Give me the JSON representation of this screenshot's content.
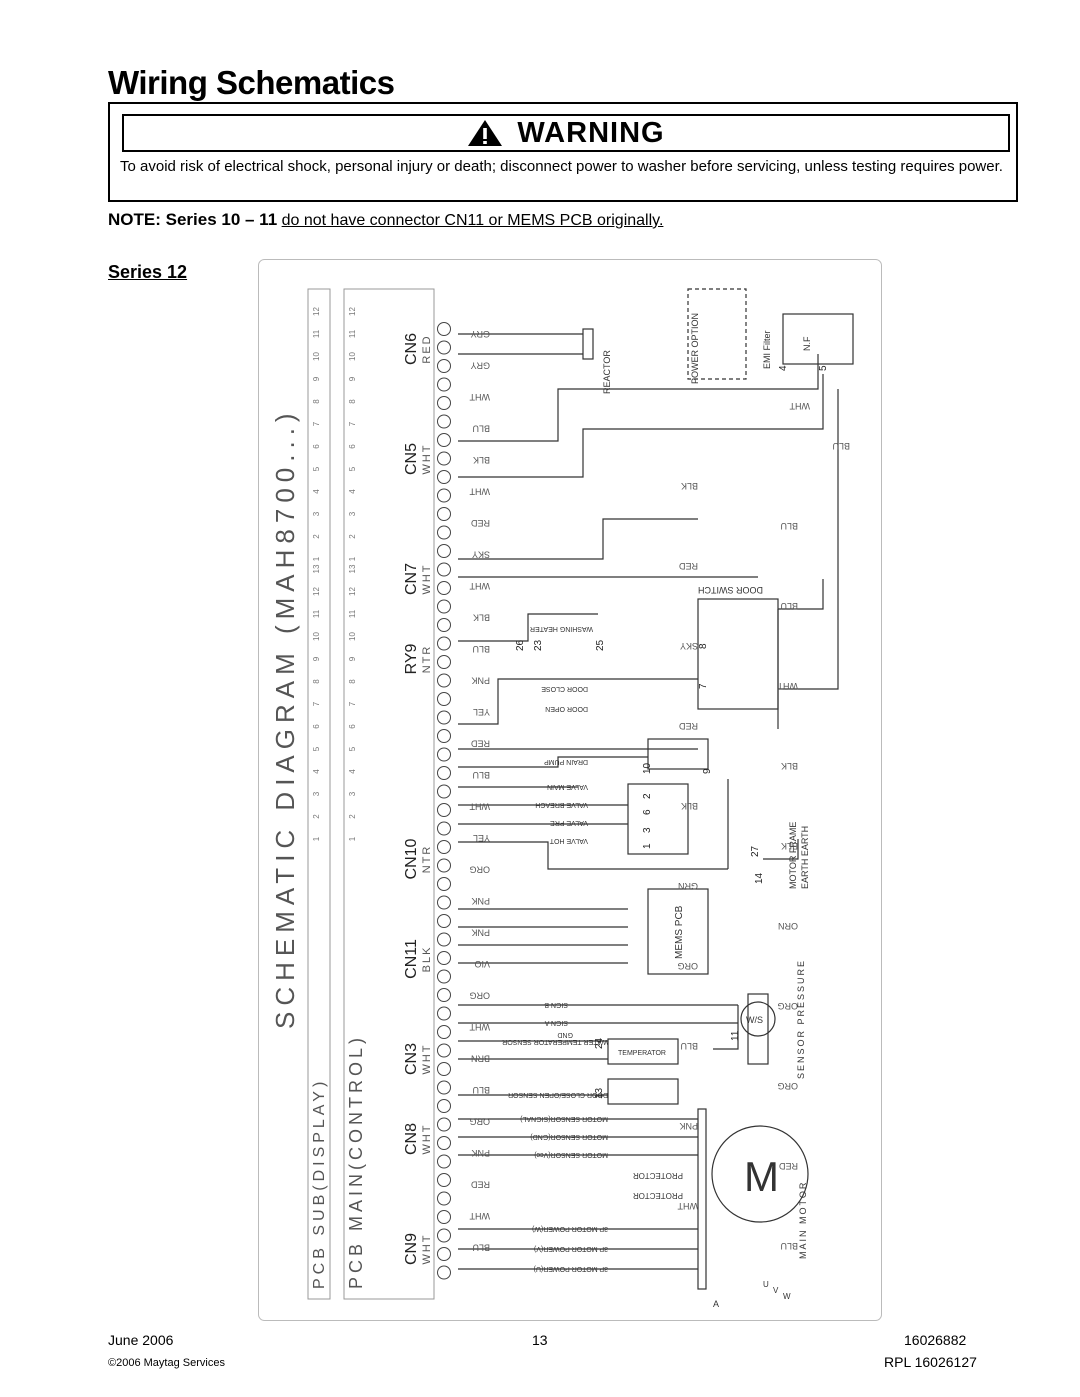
{
  "page": {
    "title": "Wiring Schematics",
    "warning_heading": "WARNING",
    "warning_text": "To avoid risk of electrical shock, personal injury or death; disconnect power to washer before servicing, unless testing requires power.",
    "note_prefix": "NOTE: Series 10 – 11",
    "note_text": "do not have connector CN11 or MEMS PCB originally.",
    "series_label": "Series 12"
  },
  "diagram": {
    "schematic_title": "SCHEMATIC DIAGRAM (MAH8700...)",
    "pcb_sub": "PCB SUB(DISPLAY)",
    "pcb_main": "PCB MAIN(CONTROL)",
    "connectors": [
      {
        "name": "CN6",
        "color": "RED"
      },
      {
        "name": "CN5",
        "color": "WHT"
      },
      {
        "name": "CN7",
        "color": "WHT"
      },
      {
        "name": "RY9",
        "color": "NTR"
      },
      {
        "name": "CN10",
        "color": "NTR"
      },
      {
        "name": "CN11",
        "color": "BLK"
      },
      {
        "name": "CN3",
        "color": "WHT"
      },
      {
        "name": "CN8",
        "color": "WHT"
      },
      {
        "name": "CN9",
        "color": "WHT"
      }
    ],
    "components": {
      "reactor": "REACTOR",
      "power_option": "POWER OPTION",
      "emi_filter": "EMI Filter",
      "nf": "N.F",
      "door_switch": "DOOR SWITCH",
      "washing_heater": "WASHING HEATER",
      "door_close": "DOOR CLOSE",
      "door_open": "DOOR OPEN",
      "drain_pump": "DRAIN PUMP",
      "valve_main": "VALVE MAIN",
      "valve_breach": "VALVE BREACH",
      "valve_pre": "VALVE PRE",
      "valve_hot": "VALVE HOT",
      "mems_pcb": "MEMS PCB",
      "motor_frame": "MOTOR FRAME",
      "earth_earth": "EARTH EARTH",
      "sensor_pressure": "SENSOR PRESSURE",
      "ws": "W/S",
      "main_motor": "MAIN MOTOR",
      "motor_letter": "M",
      "temperature": "TEMPERATOR",
      "water_temp_sensor": "WATER TEMPERATOR SENSOR",
      "door_sensor": "DOOR CLOSE/OPEN SENSOR",
      "motor_sensor_signal": "MOTOR SENSOR(SIGNAL)",
      "motor_sensor_gnd": "MOTOR SENSOR(GND)",
      "motor_sensor_vcc": "MOTOR SENSOR(Vcc)",
      "protector": "PROTECTOR",
      "motor_power_w": "3P MOTOR POWER(W)",
      "motor_power_v": "3P MOTOR POWER(V)",
      "motor_power_u": "3P MOTOR POWER(U)",
      "sign_b": "SIGN B",
      "sign_a": "SIGN A",
      "gnd": "GND"
    },
    "wire_colors": [
      "GRY",
      "GRY",
      "WHT",
      "BLU",
      "BLK",
      "WHT",
      "RED",
      "SKY",
      "WHT",
      "BLK",
      "BLU",
      "PNK",
      "YEL",
      "RED",
      "BLU",
      "WHT",
      "YEL",
      "ORG",
      "PNK",
      "PNK",
      "VIO",
      "ORG",
      "WHT",
      "BRN",
      "BLU",
      "ORG",
      "PNK",
      "RED",
      "WHT",
      "BLU"
    ],
    "right_wire_colors": [
      "WHT",
      "BLU",
      "BLK",
      "BLU",
      "RED",
      "BLU",
      "SKY",
      "WHT",
      "RED",
      "BLK",
      "BLK",
      "BLK",
      "GRN",
      "ORN",
      "ORG",
      "ORG",
      "BLU",
      "ORG",
      "PNK",
      "RED",
      "WHT",
      "BLU"
    ],
    "numbers": [
      "4",
      "5",
      "26",
      "23",
      "25",
      "8",
      "7",
      "10",
      "9",
      "2",
      "6",
      "3",
      "1",
      "27",
      "14",
      "11",
      "24",
      "13"
    ],
    "motor_terminals": [
      "U",
      "V",
      "W"
    ],
    "terminal_a": "A",
    "sub_pin_count": 13
  },
  "footer": {
    "date": "June 2006",
    "page_number": "13",
    "doc_number": "16026882",
    "copyright": "©2006 Maytag Services",
    "rpl": "RPL 16026127"
  }
}
